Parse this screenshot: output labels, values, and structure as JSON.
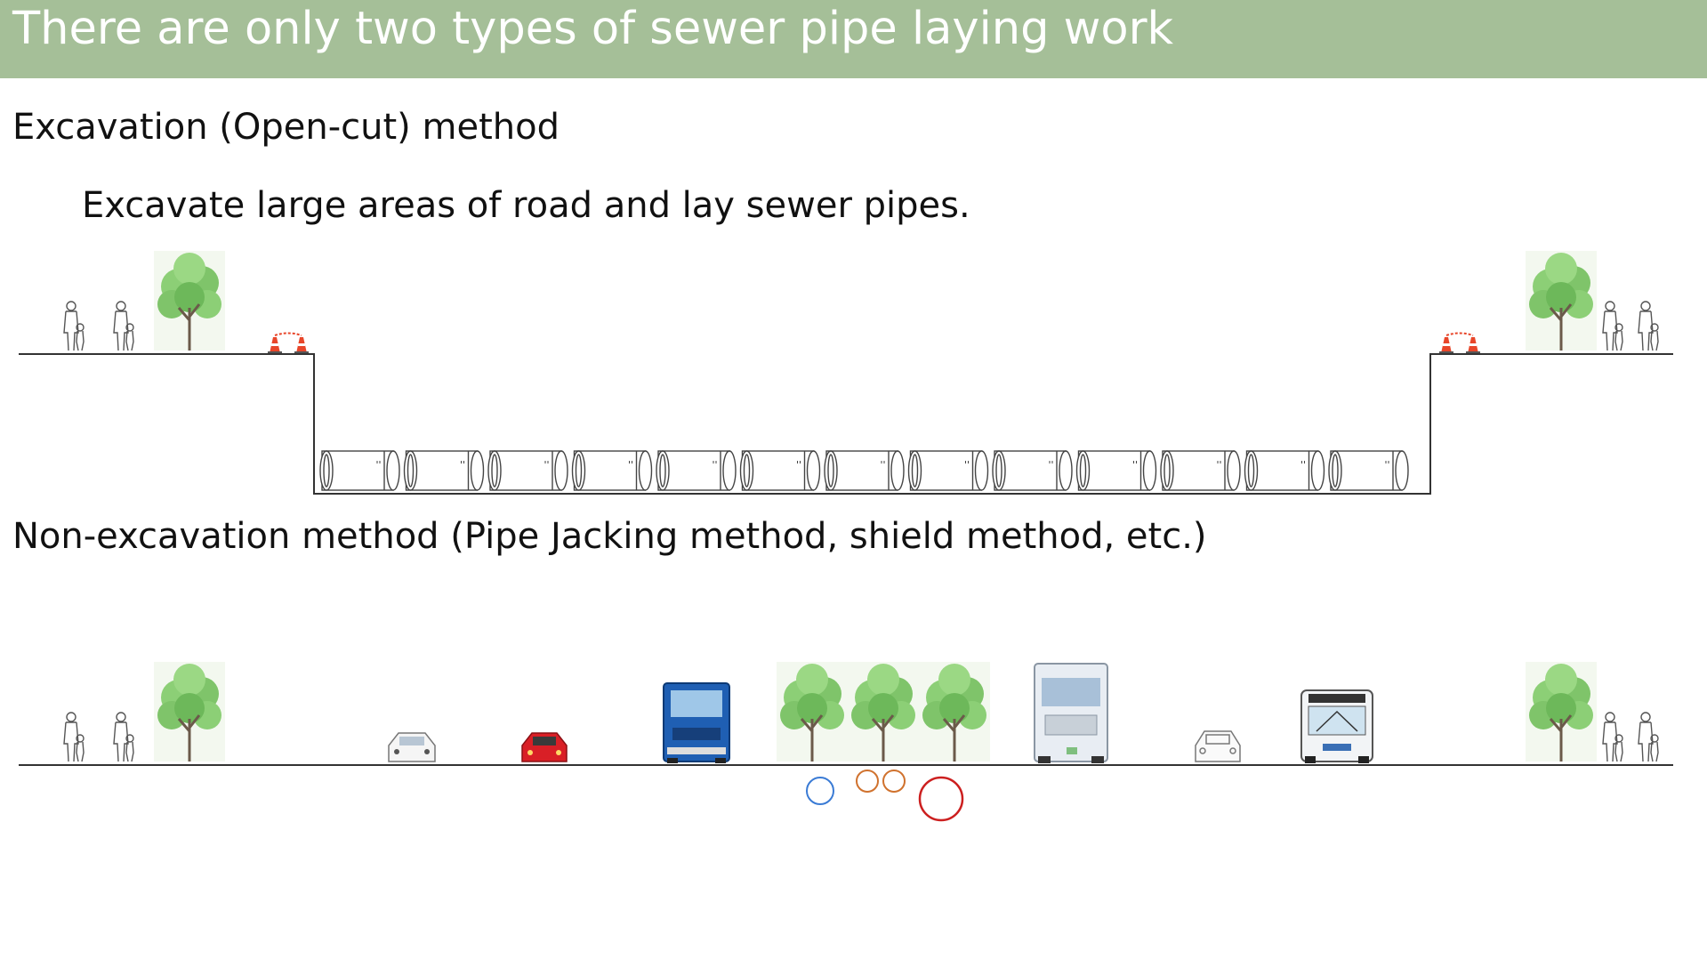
{
  "header": {
    "title": "There are only two types of sewer pipe laying work"
  },
  "sections": {
    "excavation": {
      "title": "Excavation (Open-cut) method",
      "description": "Excavate large areas of road and lay sewer pipes."
    },
    "non_excavation": {
      "title": "Non-excavation method (Pipe Jacking method, shield method, etc.)"
    }
  },
  "colors": {
    "header_bg": "#a5bf98",
    "header_text": "#ffffff",
    "tree_green": "#7fc46a",
    "cone_red": "#e8462a",
    "pipe_blue": "#3a7bd5",
    "pipe_orange": "#d0722e",
    "pipe_red": "#cc1f1f"
  },
  "diagram": {
    "pipe_segments": 13,
    "underground_pipes": [
      "blue",
      "orange",
      "orange",
      "red"
    ],
    "street_items_excavation": [
      "pedestrian-icon",
      "pedestrian-icon",
      "tree-icon",
      "traffic-cone-icon",
      "traffic-cone-icon",
      "traffic-cone-icon",
      "traffic-cone-icon",
      "tree-icon",
      "pedestrian-icon",
      "pedestrian-icon"
    ],
    "street_items_non_excavation": [
      "pedestrian-icon",
      "pedestrian-icon",
      "tree-icon",
      "white-car-icon",
      "red-car-icon",
      "blue-truck-icon",
      "tree-icon",
      "tree-icon",
      "tree-icon",
      "white-truck-icon",
      "outline-car-icon",
      "bus-icon",
      "tree-icon",
      "pedestrian-icon",
      "pedestrian-icon"
    ]
  }
}
